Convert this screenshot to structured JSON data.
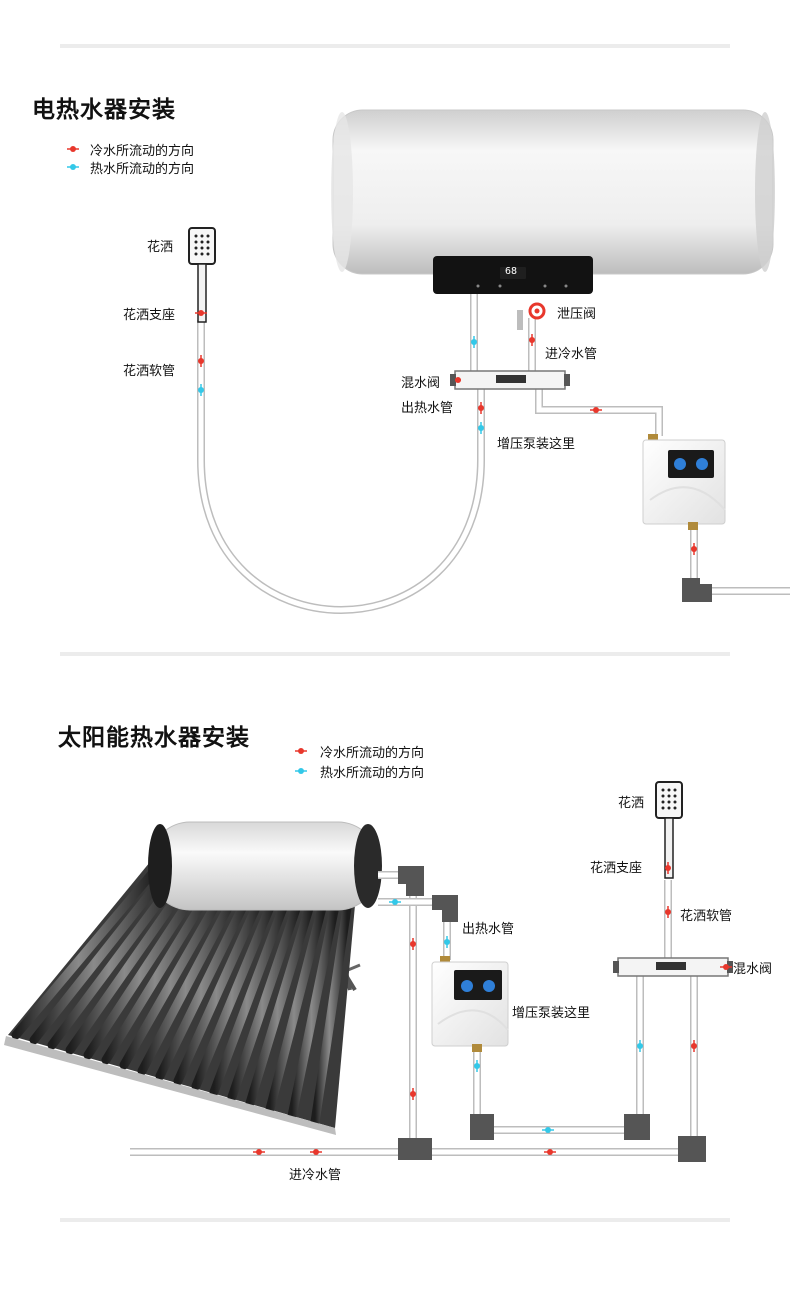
{
  "colors": {
    "cold": "#e8372c",
    "hot": "#33c8e8",
    "pipe": "#b8b8b8",
    "elbow": "#555555"
  },
  "electric": {
    "title": "电热水器安装",
    "legend": {
      "cold": "冷水所流动的方向",
      "hot": "热水所流动的方向"
    },
    "display_value": "68",
    "labels": {
      "shower_head": "花洒",
      "shower_holder": "花洒支座",
      "shower_hose": "花洒软管",
      "relief_valve": "泄压阀",
      "cold_inlet": "进冷水管",
      "mixing_valve": "混水阀",
      "hot_outlet": "出热水管",
      "pump_here": "增压泵装这里"
    }
  },
  "solar": {
    "title": "太阳能热水器安装",
    "legend": {
      "cold": "冷水所流动的方向",
      "hot": "热水所流动的方向"
    },
    "labels": {
      "shower_head": "花洒",
      "shower_holder": "花洒支座",
      "shower_hose": "花洒软管",
      "mixing_valve": "混水阀",
      "hot_outlet": "出热水管",
      "pump_here": "增压泵装这里",
      "cold_inlet": "进冷水管"
    }
  }
}
